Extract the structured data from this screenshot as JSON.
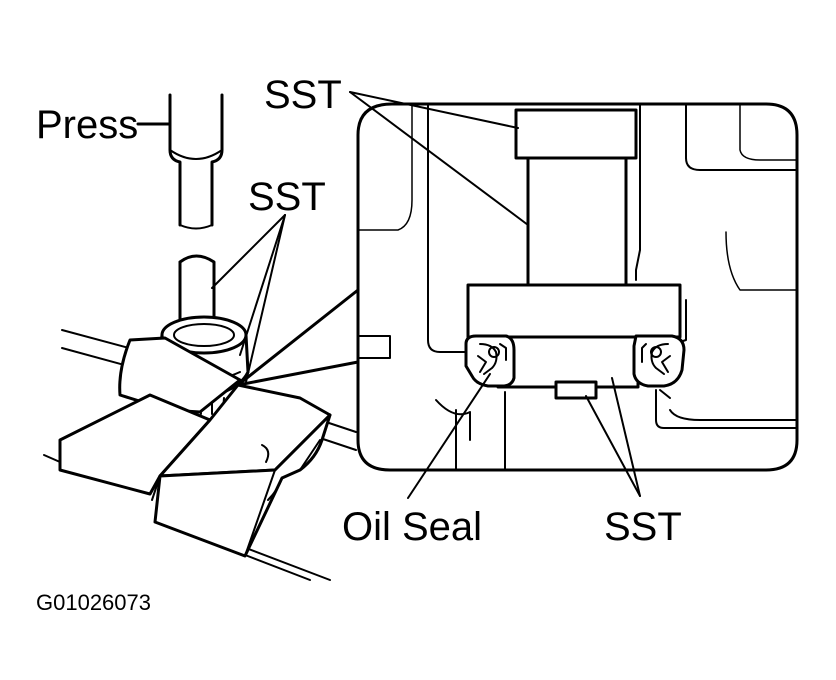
{
  "labels": {
    "press": "Press",
    "sst_left": "SST",
    "sst_top": "SST",
    "sst_bottom": "SST",
    "oil_seal": "Oil Seal"
  },
  "figure_code": "G01026073",
  "colors": {
    "line": "#000000",
    "background": "#ffffff"
  }
}
